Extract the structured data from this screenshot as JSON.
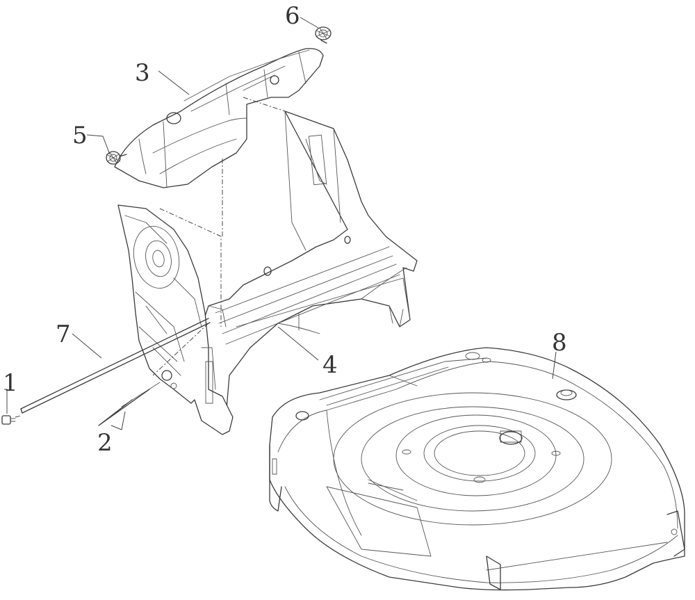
{
  "diagram": {
    "callouts": [
      {
        "id": "c1",
        "text": "1"
      },
      {
        "id": "c2",
        "text": "2"
      },
      {
        "id": "c3",
        "text": "3"
      },
      {
        "id": "c4",
        "text": "4"
      },
      {
        "id": "c5",
        "text": "5"
      },
      {
        "id": "c6",
        "text": "6"
      },
      {
        "id": "c7",
        "text": "7"
      },
      {
        "id": "c8",
        "text": "8"
      }
    ]
  },
  "colors": {
    "line": "#3a3a3a",
    "background": "#ffffff"
  }
}
